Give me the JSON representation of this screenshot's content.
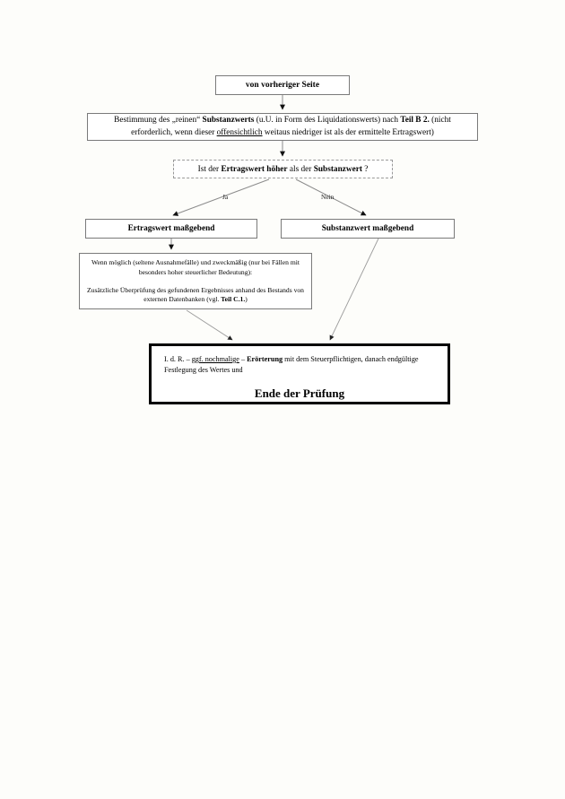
{
  "document": {
    "language": "de",
    "type": "flowchart",
    "title": "Prüfungsschema – Ertragswert / Substanzwert"
  },
  "colors": {
    "page_background": "#fdfdfa",
    "node_background": "#ffffff",
    "thin_border": "#7a7a7a",
    "dashed_border": "#9a9a9a",
    "heavy_border": "#000000",
    "connector": "#8c8c8c",
    "text": "#000000"
  },
  "nodes": {
    "start": {
      "label": "von vorheriger Seite",
      "style": "thin-box",
      "bold": true
    },
    "substanzwert": {
      "segments": [
        {
          "text": "Bestimmung des „reinen“ ",
          "style": "normal"
        },
        {
          "text": "Substanzwerts",
          "style": "bold"
        },
        {
          "text": " (u.U. in Form des Liquidationswerts) nach ",
          "style": "normal"
        },
        {
          "text": "Teil B 2.",
          "style": "bold"
        },
        {
          "text": " (nicht erforderlich, wenn dieser ",
          "style": "normal"
        },
        {
          "text": "offensichtlich",
          "style": "underline"
        },
        {
          "text": " weitaus niedriger ist als der ermittelte Ertragswert)",
          "style": "normal"
        }
      ],
      "plain": "Bestimmung des „reinen“ Substanzwerts (u.U. in Form des Liquidationswerts) nach Teil B 2. (nicht erforderlich, wenn dieser offensichtlich weitaus niedriger ist als der ermittelte Ertragswert)",
      "style": "thin-box"
    },
    "decision": {
      "segments": [
        {
          "text": "Ist der ",
          "style": "normal"
        },
        {
          "text": "Ertragswert höher",
          "style": "bold"
        },
        {
          "text": " als der ",
          "style": "normal"
        },
        {
          "text": "Substanzwert",
          "style": "bold"
        },
        {
          "text": " ?",
          "style": "normal"
        }
      ],
      "plain": "Ist der Ertragswert höher als der Substanzwert ?",
      "style": "dashed-box"
    },
    "ertragswert_massgebend": {
      "label": "Ertragswert maßgebend",
      "style": "thin-box",
      "bold": true
    },
    "substanzwert_massgebend": {
      "label": "Substanzwert maßgebend",
      "style": "thin-box",
      "bold": true
    },
    "zusatzpruefung": {
      "paragraph_top": "Wenn möglich (seltene Ausnahmefälle) und zweckmäßig (nur bei Fällen mit besonders hoher steuerlicher Bedeutung):",
      "paragraph_bottom_segments": [
        {
          "text": "Zusätzliche Überprüfung des gefundenen Ergebnisses anhand des Bestands von externen Datenbanken (vgl. ",
          "style": "normal"
        },
        {
          "text": "Teil C.1.",
          "style": "bold"
        },
        {
          "text": ")",
          "style": "normal"
        }
      ],
      "paragraph_bottom_plain": "Zusätzliche Überprüfung des gefundenen Ergebnisses anhand des Bestands von externen Datenbanken (vgl. Teil C.1.)",
      "style": "thin-box"
    },
    "ende": {
      "lead_segments": [
        {
          "text": "I. d. R. – ",
          "style": "normal"
        },
        {
          "text": "ggf. nochmalige",
          "style": "underline"
        },
        {
          "text": " – ",
          "style": "normal"
        },
        {
          "text": "Erörterung",
          "style": "bold"
        },
        {
          "text": " mit dem Steuerpflichtigen, danach endgültige Festlegung des Wertes und",
          "style": "normal"
        }
      ],
      "lead_plain": "I. d. R. – ggf. nochmalige – Erörterung mit dem Steuerpflichtigen, danach endgültige Festlegung des Wertes und",
      "title": "Ende der Prüfung",
      "style": "heavy-box"
    }
  },
  "edge_labels": {
    "ja": "Ja",
    "nein": "Nein"
  },
  "connectors": [
    {
      "name": "start-to-substanzwert",
      "from": "start",
      "to": "substanzwert",
      "kind": "vertical-arrow"
    },
    {
      "name": "substanzwert-to-decision",
      "from": "substanzwert",
      "to": "decision",
      "kind": "vertical-arrow"
    },
    {
      "name": "decision-to-ertragswert",
      "from": "decision",
      "to": "ertragswert_massgebend",
      "kind": "diagonal-arrow",
      "label": "Ja"
    },
    {
      "name": "decision-to-substanzwert-massgebend",
      "from": "decision",
      "to": "substanzwert_massgebend",
      "kind": "diagonal-arrow",
      "label": "Nein"
    },
    {
      "name": "ertragswert-to-zusatzpruefung",
      "from": "ertragswert_massgebend",
      "to": "zusatzpruefung",
      "kind": "vertical-arrow"
    },
    {
      "name": "zusatzpruefung-to-ende",
      "from": "zusatzpruefung",
      "to": "ende",
      "kind": "diagonal-arrow"
    },
    {
      "name": "substanzwert-massgebend-to-ende",
      "from": "substanzwert_massgebend",
      "to": "ende",
      "kind": "diagonal-arrow"
    }
  ]
}
